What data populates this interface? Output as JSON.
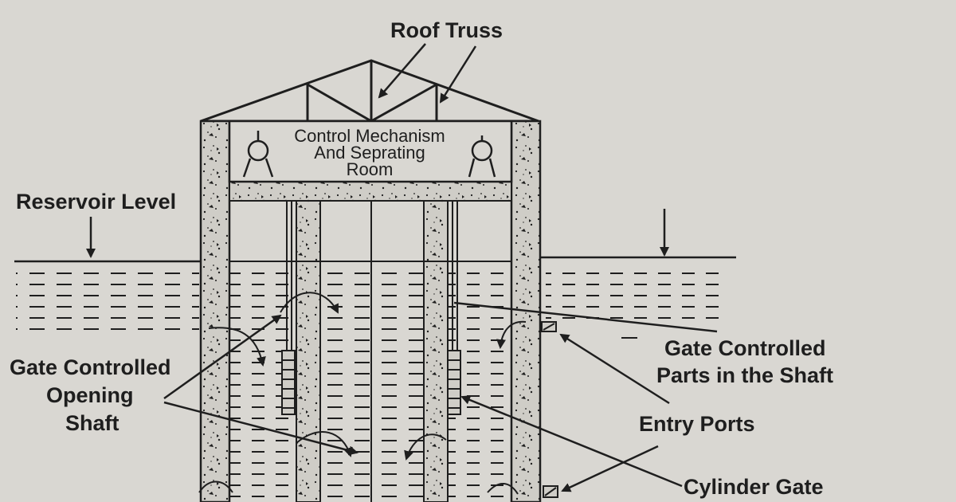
{
  "labels": {
    "roof_truss": "Roof Truss",
    "room_line1": "Control Mechanism",
    "room_line2": "And Seprating",
    "room_line3": "Room",
    "reservoir_level": "Reservoir Level",
    "gate_opening_line1": "Gate Controlled",
    "gate_opening_line2": "Opening",
    "gate_opening_line3": "Shaft",
    "gate_parts_line1": "Gate Controlled",
    "gate_parts_line2": "Parts in the Shaft",
    "entry_ports": "Entry Ports",
    "cylinder_gate": "Cylinder Gate"
  },
  "colors": {
    "paper": "#d9d7d2",
    "ink": "#1e1e1e",
    "concrete": "#cfcdc7"
  }
}
